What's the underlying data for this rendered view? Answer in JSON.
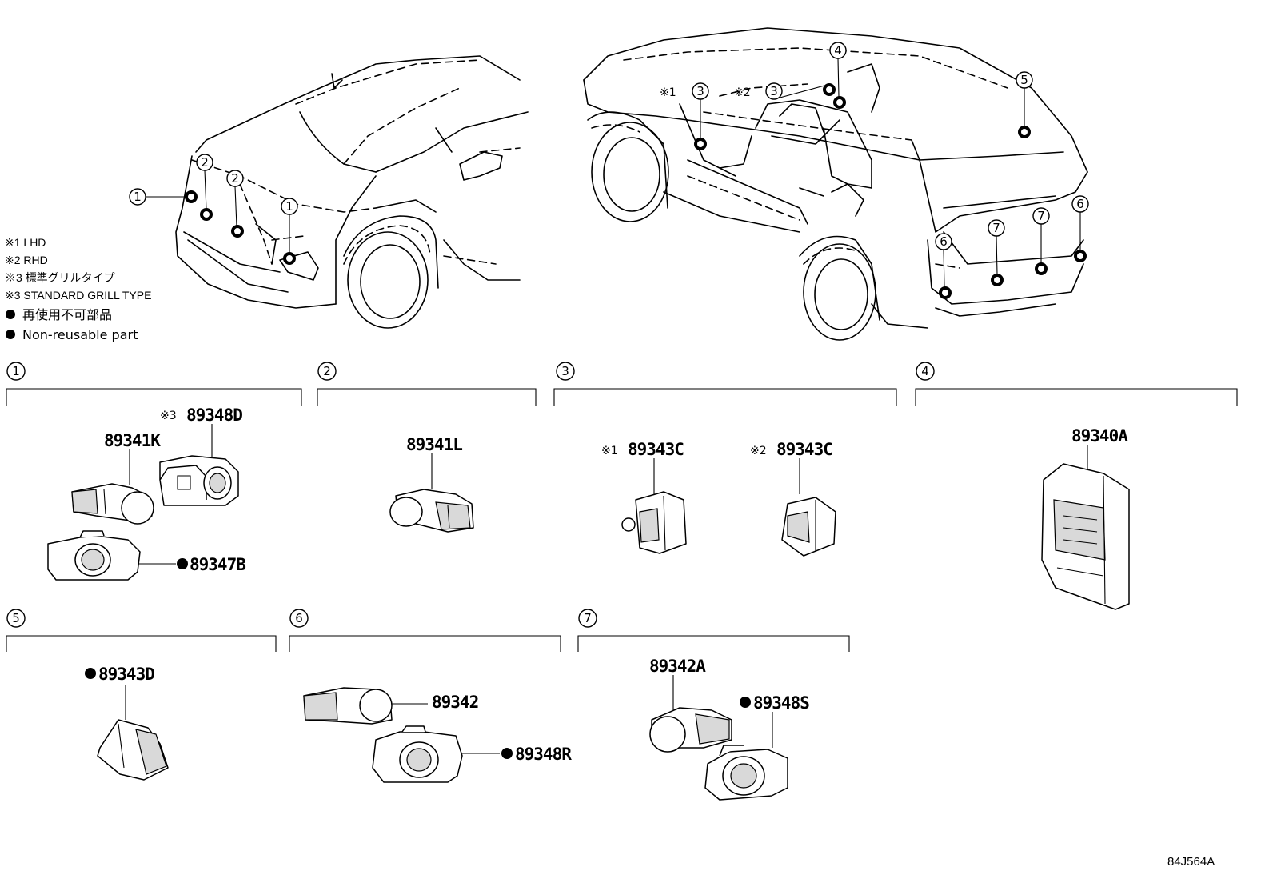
{
  "notes": {
    "n1": "※1 LHD",
    "n2": "※2 RHD",
    "n3a": "※3 標準グリルタイプ",
    "n3b": "※3 STANDARD GRILL TYPE",
    "nonreusable_jp": "再使用不可部品",
    "nonreusable_en": "Non-reusable part"
  },
  "callouts": {
    "front": [
      "1",
      "2",
      "2",
      "1"
    ],
    "rear": [
      "3",
      "3",
      "4",
      "5",
      "6",
      "7",
      "7",
      "6"
    ],
    "rear_marks": [
      "※1",
      "※2"
    ]
  },
  "groups": [
    {
      "ref": "1"
    },
    {
      "ref": "2"
    },
    {
      "ref": "3"
    },
    {
      "ref": "4"
    },
    {
      "ref": "5"
    },
    {
      "ref": "6"
    },
    {
      "ref": "7"
    }
  ],
  "parts": {
    "g1_a": {
      "mark": "※3",
      "number": "89348D"
    },
    "g1_b": {
      "number": "89341K"
    },
    "g1_c": {
      "number": "89347B"
    },
    "g2_a": {
      "number": "89341L"
    },
    "g3_a": {
      "mark": "※1",
      "number": "89343C"
    },
    "g3_b": {
      "mark": "※2",
      "number": "89343C"
    },
    "g4_a": {
      "number": "89340A"
    },
    "g5_a": {
      "number": "89343D"
    },
    "g6_a": {
      "number": "89342"
    },
    "g6_b": {
      "number": "89348R"
    },
    "g7_a": {
      "number": "89342A"
    },
    "g7_b": {
      "number": "89348S"
    }
  },
  "diagram_code": "84J564A"
}
